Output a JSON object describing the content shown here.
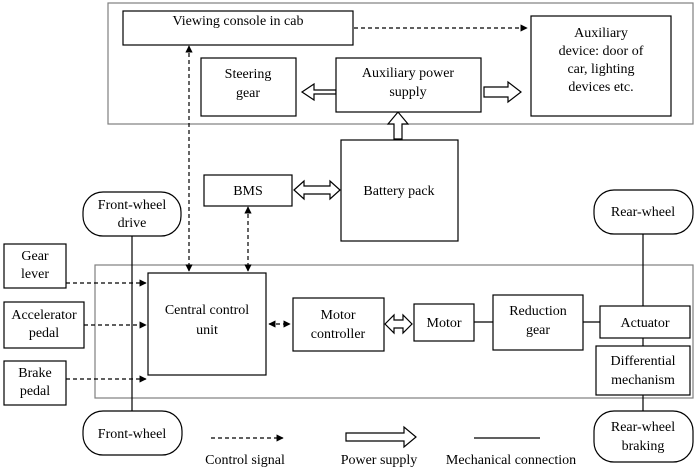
{
  "blocks": {
    "viewing_console": "Viewing console in cab",
    "auxiliary_device": [
      "Auxiliary",
      "device: door of",
      "car, lighting",
      "devices etc."
    ],
    "steering_gear": [
      "Steering",
      "gear"
    ],
    "auxiliary_power_supply": [
      "Auxiliary power",
      "supply"
    ],
    "bms": "BMS",
    "battery_pack": "Battery pack",
    "front_wheel_drive": [
      "Front-wheel",
      "drive"
    ],
    "rear_wheel": "Rear-wheel",
    "gear_lever": [
      "Gear",
      "lever"
    ],
    "accelerator_pedal": [
      "Accelerator",
      "pedal"
    ],
    "brake_pedal": [
      "Brake",
      "pedal"
    ],
    "central_control_unit": [
      "Central control",
      "unit"
    ],
    "motor_controller": [
      "Motor",
      "controller"
    ],
    "motor": "Motor",
    "reduction_gear": [
      "Reduction",
      "gear"
    ],
    "actuator": "Actuator",
    "differential_mechanism": [
      "Differential",
      "mechanism"
    ],
    "front_wheel": "Front-wheel",
    "rear_wheel_braking": [
      "Rear-wheel",
      "braking"
    ]
  },
  "legend": {
    "control_signal": "Control signal",
    "power_supply": "Power supply",
    "mechanical_connection": "Mechanical connection"
  }
}
